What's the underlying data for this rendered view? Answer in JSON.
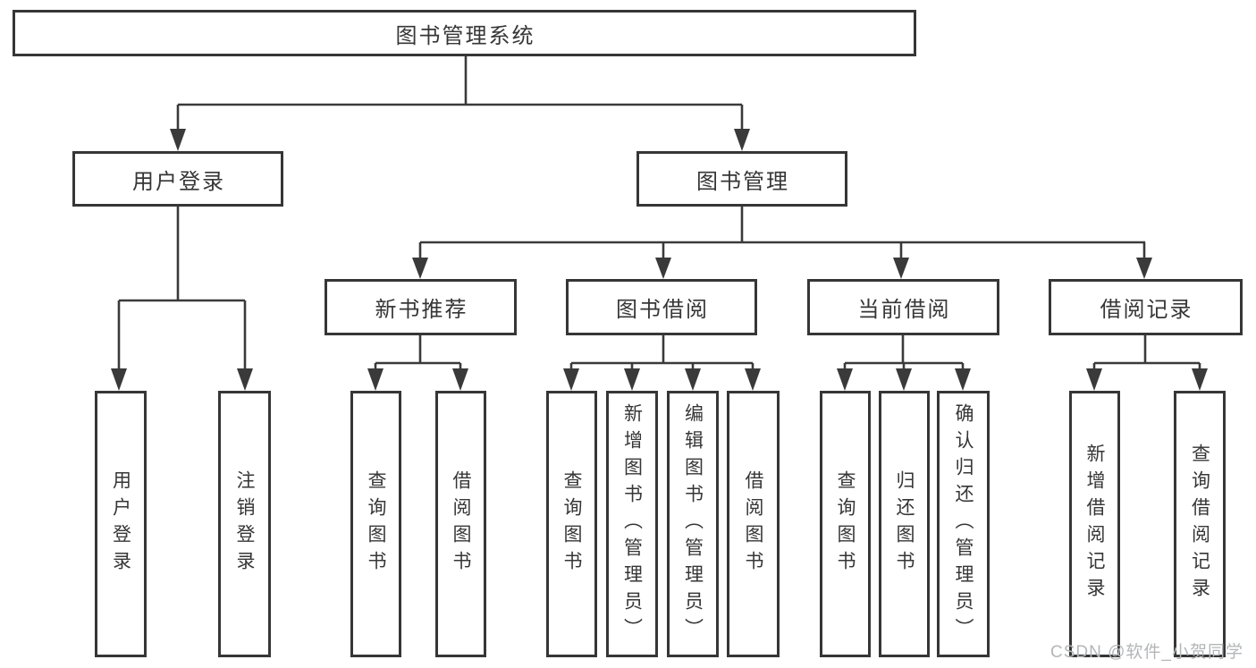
{
  "title": "图书管理系统",
  "tree": {
    "root": {
      "label": "图书管理系统"
    },
    "branches": [
      {
        "label": "用户登录",
        "children": [
          {
            "label": "用户登录"
          },
          {
            "label": "注销登录"
          }
        ]
      },
      {
        "label": "图书管理",
        "children": [
          {
            "label": "新书推荐",
            "children": [
              {
                "label": "查询图书"
              },
              {
                "label": "借阅图书"
              }
            ]
          },
          {
            "label": "图书借阅",
            "children": [
              {
                "label": "查询图书"
              },
              {
                "label": "新增图书（管理员）"
              },
              {
                "label": "编辑图书（管理员）"
              },
              {
                "label": "借阅图书"
              }
            ]
          },
          {
            "label": "当前借阅",
            "children": [
              {
                "label": "查询图书"
              },
              {
                "label": "归还图书"
              },
              {
                "label": "确认归还（管理员）"
              }
            ]
          },
          {
            "label": "借阅记录",
            "children": [
              {
                "label": "新增借阅记录"
              },
              {
                "label": "查询借阅记录"
              }
            ]
          }
        ]
      }
    ]
  },
  "watermark": {
    "text": "CSDN @软件_小贺同学"
  },
  "colors": {
    "background": "#ffffff",
    "line": "#3a3a3a",
    "box_border": "#363636",
    "box_fill": "#ffffff",
    "label_text": "#363636",
    "watermark_text": "#b3b6b8"
  }
}
